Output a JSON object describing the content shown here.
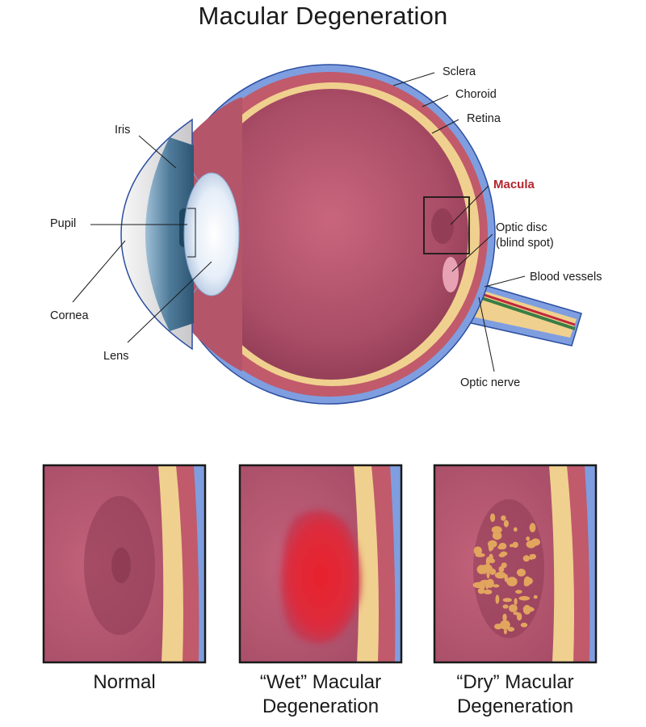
{
  "title": "Macular Degeneration",
  "labels": {
    "sclera": "Sclera",
    "choroid": "Choroid",
    "retina": "Retina",
    "iris": "Iris",
    "macula": "Macula",
    "pupil": "Pupil",
    "optic_disc_1": "Optic disc",
    "optic_disc_2": "(blind spot)",
    "blood_vessels": "Blood vessels",
    "cornea": "Cornea",
    "lens": "Lens",
    "optic_nerve": "Optic nerve"
  },
  "panels": [
    {
      "line1": "Normal",
      "line2": ""
    },
    {
      "line1": "“Wet” Macular",
      "line2": "Degeneration"
    },
    {
      "line1": "“Dry” Macular",
      "line2": "Degeneration"
    }
  ],
  "colors": {
    "sclera": "#7f9ee0",
    "choroid": "#c15a6b",
    "retina": "#f0d08e",
    "vitreous": "#a64d66",
    "iris": "#5a87a6",
    "lens": "#dfeaf6",
    "wet_blood": "#e3252f",
    "dry_drusen": "#e2a55e"
  }
}
